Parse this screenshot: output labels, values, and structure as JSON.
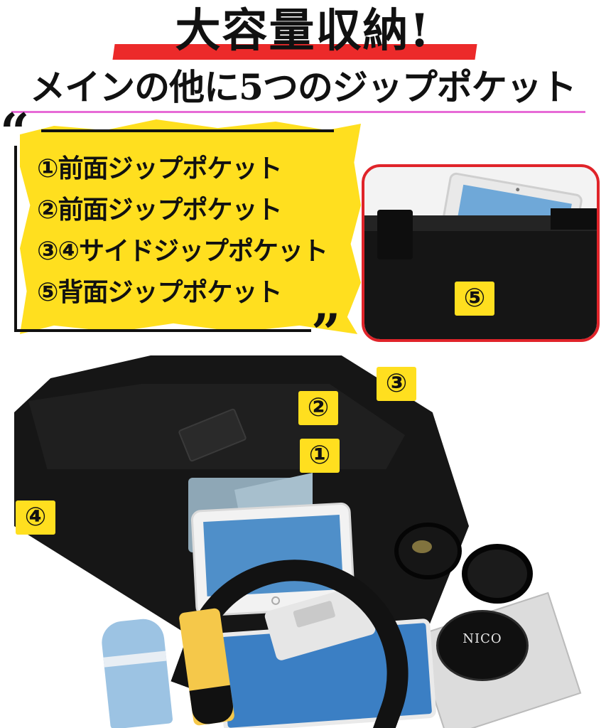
{
  "header": {
    "title": "大容量収納!",
    "subtitle": "メインの他に5つのジップポケット"
  },
  "note": {
    "quote_open": "“",
    "quote_close": "”",
    "items": [
      "①前面ジップポケット",
      "②前面ジップポケット",
      "③④サイドジップポケット",
      "⑤背面ジップポケット"
    ]
  },
  "badges": {
    "one": "①",
    "two": "②",
    "three": "③",
    "four": "④",
    "five": "⑤"
  },
  "product": {
    "compact_brand": "NICO"
  },
  "colors": {
    "accent_yellow": "#ffdf1f",
    "accent_red": "#e0242a",
    "accent_pink": "#e76ad6"
  }
}
